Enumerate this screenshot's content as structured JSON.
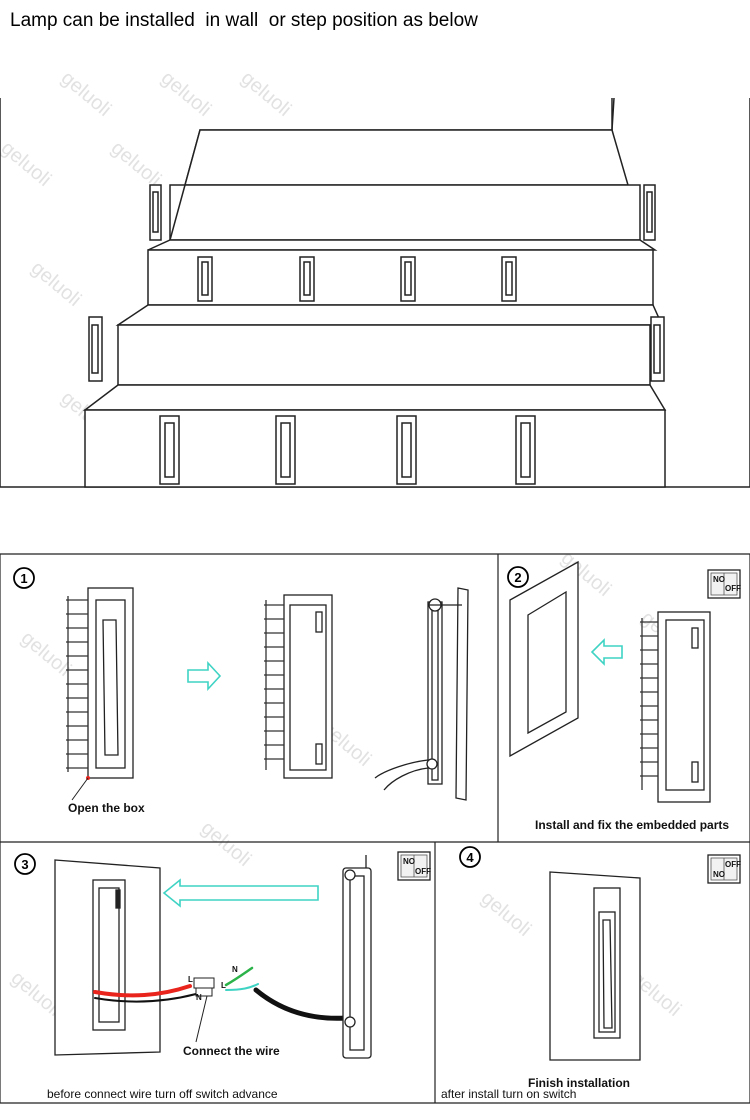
{
  "header": {
    "title": "Lamp can be installed  in wall  or step position as below"
  },
  "steps": [
    {
      "number": "1",
      "caption": "Open the box"
    },
    {
      "number": "2",
      "caption": "Install and fix the embedded parts"
    },
    {
      "number": "3",
      "caption": "Connect the wire",
      "note": "before connect wire turn off switch advance"
    },
    {
      "number": "4",
      "caption": "Finish installation",
      "note": "after install  turn on switch"
    }
  ],
  "wire_labels": {
    "live": "L",
    "neutral": "N"
  },
  "switch": {
    "on": "NO",
    "off": "OFF"
  },
  "watermark": "geluoli",
  "colors": {
    "arrow": "#3fd3c4",
    "wire_red": "#e8241c",
    "wire_black": "#111111",
    "wire_green": "#2bb34a",
    "line": "#222222"
  }
}
